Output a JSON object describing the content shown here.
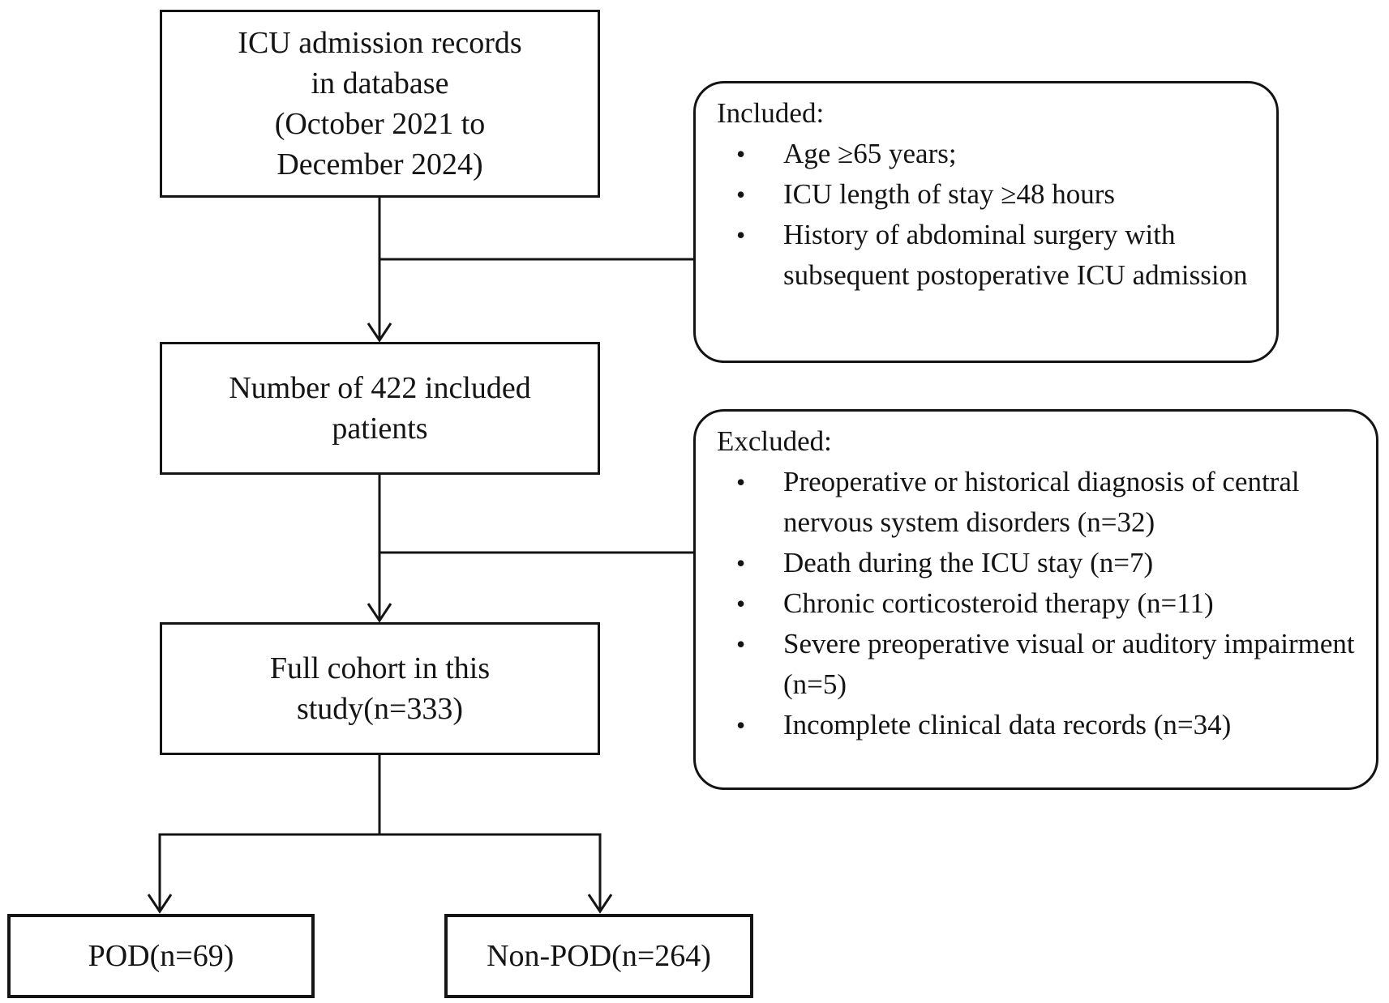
{
  "flowchart": {
    "boxes": {
      "icu_records": {
        "lines": [
          "ICU admission records",
          "in database",
          "(October 2021 to",
          "December 2024)"
        ]
      },
      "included_patients": {
        "lines": [
          "Number of 422 included",
          "patients"
        ]
      },
      "full_cohort": {
        "lines": [
          "Full cohort in this",
          "study(n=333)"
        ]
      },
      "pod": {
        "label": "POD(n=69)"
      },
      "non_pod": {
        "label": "Non-POD(n=264)"
      }
    },
    "side_panels": {
      "included": {
        "title": "Included:",
        "items": [
          "Age ≥65 years;",
          "ICU length of stay ≥48 hours",
          "History of abdominal surgery with subsequent postoperative ICU admission"
        ]
      },
      "excluded": {
        "title": "Excluded:",
        "items": [
          "Preoperative or historical diagnosis of central nervous system disorders (n=32)",
          "Death during the ICU stay (n=7)",
          "Chronic corticosteroid therapy (n=11)",
          "Severe preoperative visual or auditory impairment (n=5)",
          "Incomplete clinical data records (n=34)"
        ]
      }
    },
    "colors": {
      "line": "#141414",
      "text": "#141414",
      "background": "#ffffff"
    }
  }
}
